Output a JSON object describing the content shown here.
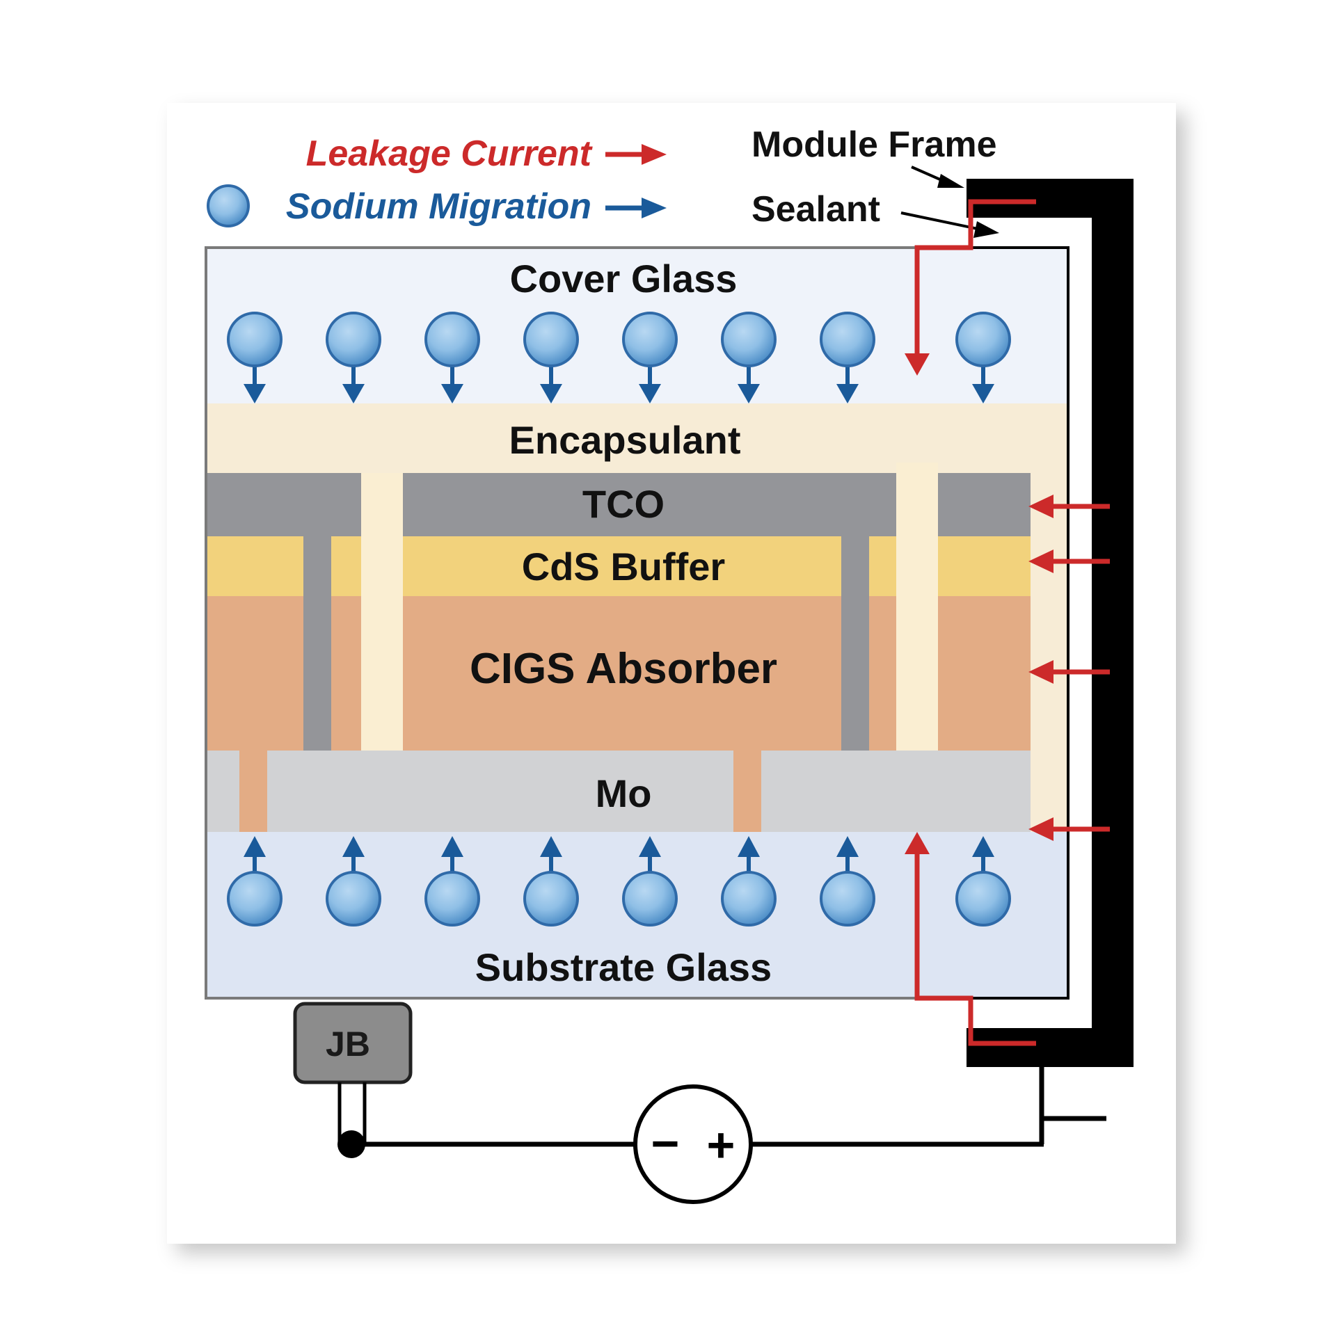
{
  "legend": {
    "leakage_label": "Leakage Current",
    "sodium_label": "Sodium Migration"
  },
  "callouts": {
    "module_frame": "Module Frame",
    "sealant": "Sealant"
  },
  "layers": {
    "cover_glass": "Cover Glass",
    "encapsulant": "Encapsulant",
    "tco": "TCO",
    "cds_buffer": "CdS Buffer",
    "cigs_absorber": "CIGS Absorber",
    "mo": "Mo",
    "substrate_glass": "Substrate Glass"
  },
  "junction_box": {
    "label": "JB"
  },
  "voltage_source": {
    "minus": "−",
    "plus": "+"
  },
  "colors": {
    "leakage": "#cc2a2a",
    "sodium_text": "#1a5a9a",
    "sodium_arrow": "#1a5a9a",
    "cover_glass": "#eff3fa",
    "substrate_glass": "#dde5f3",
    "encapsulant": "#f7ecd6",
    "tco": "#949599",
    "cds": "#f2d27c",
    "cigs": "#e3ac85",
    "mo": "#d1d2d4",
    "frame": "#000000",
    "jb": "#8c8c8c"
  }
}
